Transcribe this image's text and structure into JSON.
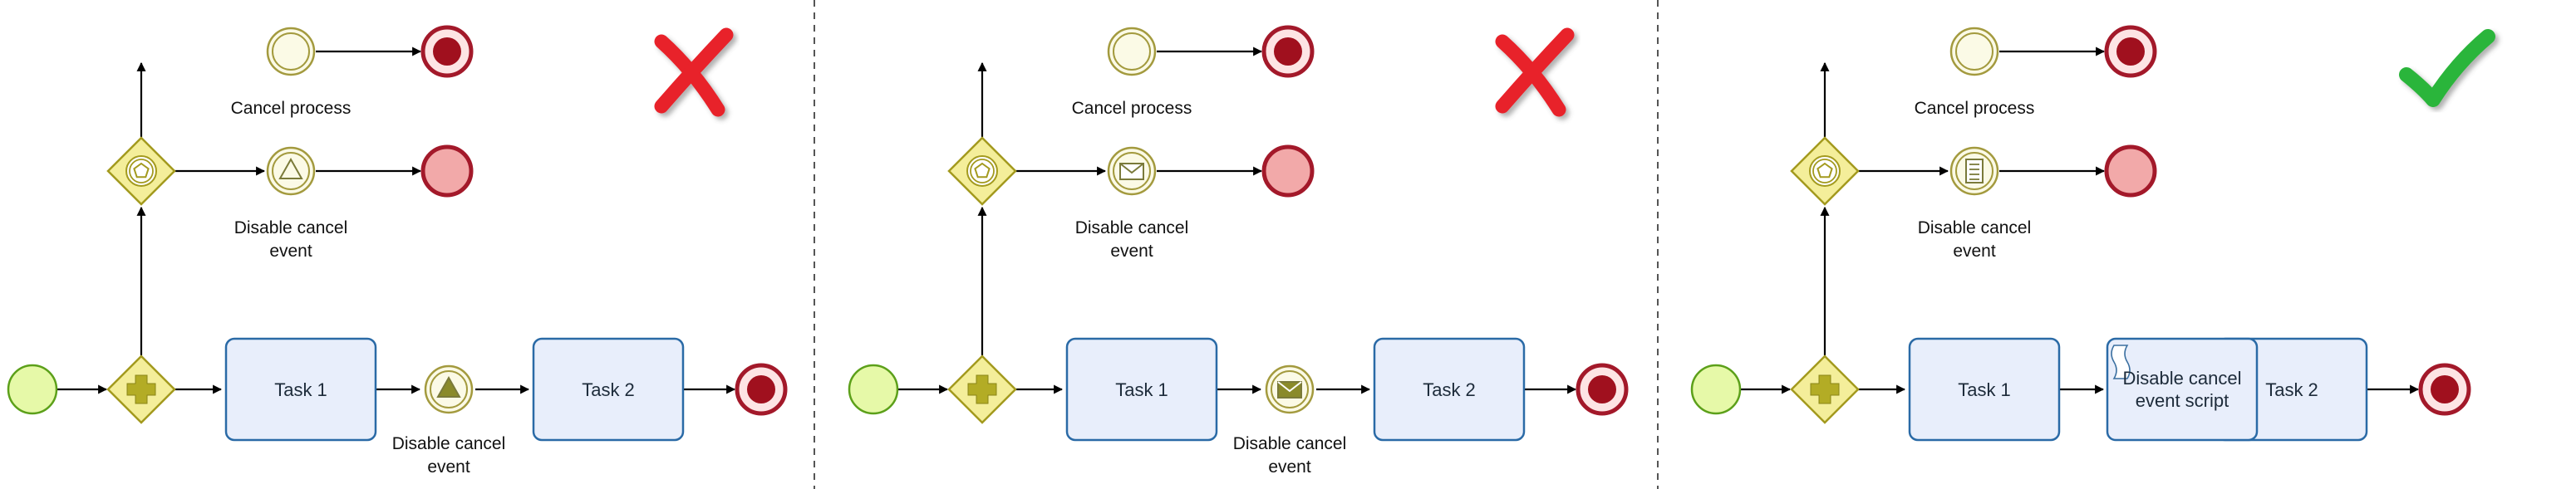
{
  "panels": [
    {
      "verdict": "incorrect",
      "cancel_label": "Cancel process",
      "disable_label": [
        "Disable cancel",
        "event"
      ],
      "trigger_event": "signal",
      "task1": "Task 1",
      "task2": "Task 2",
      "middle": {
        "kind": "event",
        "marker": "signal",
        "label": [
          "Disable cancel",
          "event"
        ]
      }
    },
    {
      "verdict": "incorrect",
      "cancel_label": "Cancel process",
      "disable_label": [
        "Disable cancel",
        "event"
      ],
      "trigger_event": "message",
      "task1": "Task 1",
      "task2": "Task 2",
      "middle": {
        "kind": "event",
        "marker": "message",
        "label": [
          "Disable cancel",
          "event"
        ]
      }
    },
    {
      "verdict": "correct",
      "cancel_label": "Cancel process",
      "disable_label": [
        "Disable cancel",
        "event"
      ],
      "trigger_event": "conditional",
      "task1": "Task 1",
      "task2": "Task 2",
      "middle": {
        "kind": "script-task",
        "marker": "script",
        "label": [
          "Disable cancel",
          "event script"
        ]
      }
    }
  ],
  "colors": {
    "start_fill": "#e6f9a8",
    "start_stroke": "#5ca01a",
    "gateway_fill": "#f4ee9a",
    "gateway_stroke": "#a39a1e",
    "task_fill": "#e8eefb",
    "task_stroke": "#2a6aa6",
    "end_stroke": "#a3192a",
    "end_dot": "#a0101e",
    "end_light_fill": "#f2a9a9",
    "intermediate_fill": "#fbfae6",
    "intermediate_stroke": "#a39a3e",
    "cross": "#e8202a",
    "check": "#2cb53a"
  }
}
